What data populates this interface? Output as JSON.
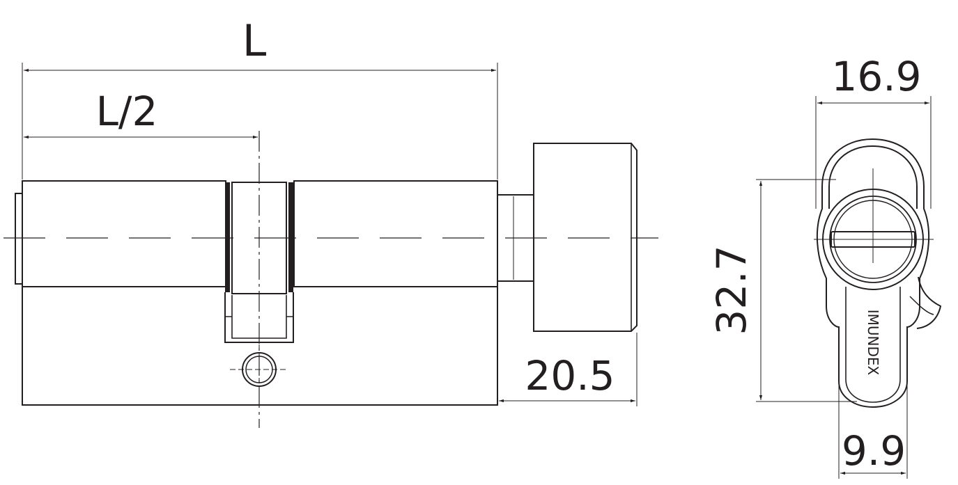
{
  "dimensions": {
    "length": "L",
    "half_length": "L/2",
    "knob_length": "20.5",
    "width": "16.9",
    "height": "32.7",
    "cam_width": "9.9"
  },
  "brand": "IMUNDEX",
  "colors": {
    "line": "#231f20",
    "background": "#ffffff"
  }
}
